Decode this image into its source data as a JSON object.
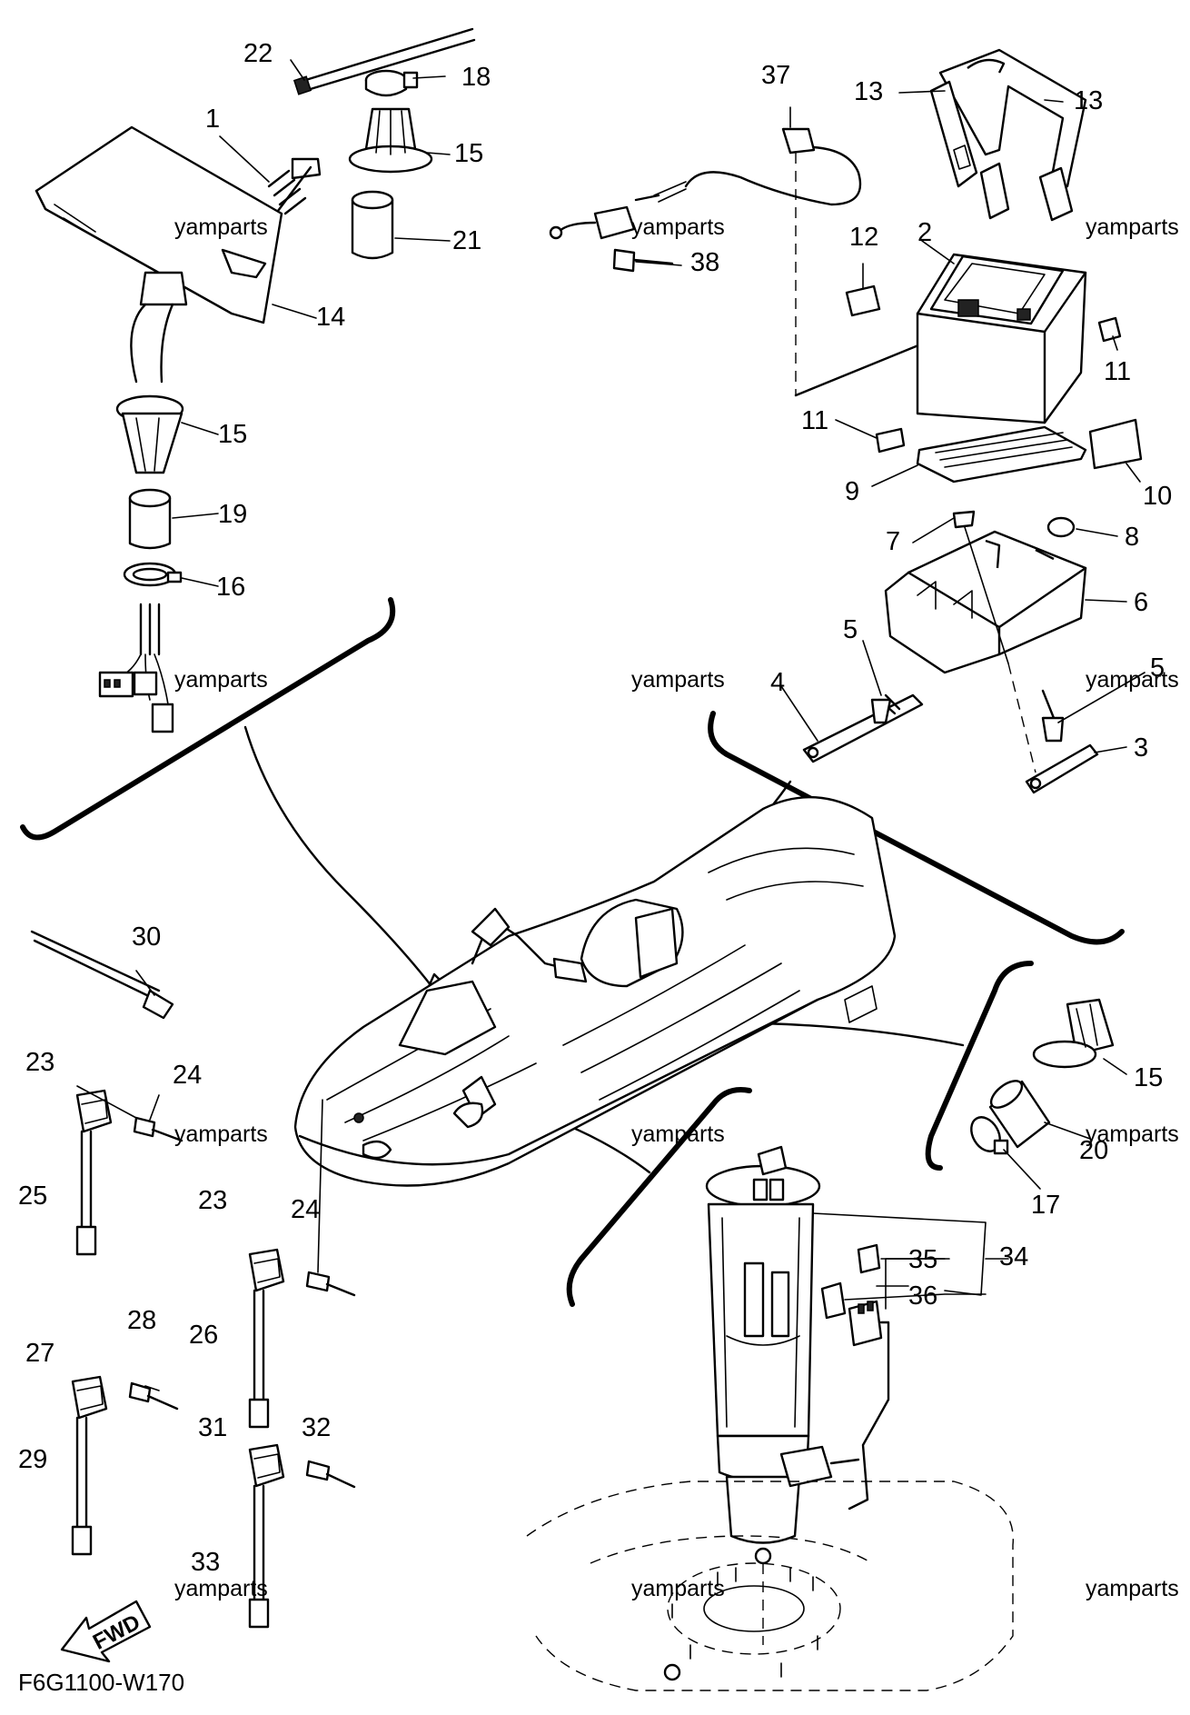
{
  "diagram_code": "F6G1100-W170",
  "fwd_label": "FWD",
  "watermark": "yamparts",
  "parts": {
    "p1": "1",
    "p2": "2",
    "p3": "3",
    "p4": "4",
    "p5": "5",
    "p6": "6",
    "p7": "7",
    "p8": "8",
    "p9": "9",
    "p10": "10",
    "p11": "11",
    "p12": "12",
    "p13": "13",
    "p14": "14",
    "p15": "15",
    "p16": "16",
    "p17": "17",
    "p18": "18",
    "p19": "19",
    "p20": "20",
    "p21": "21",
    "p22": "22",
    "p23": "23",
    "p24": "24",
    "p25": "25",
    "p26": "26",
    "p27": "27",
    "p28": "28",
    "p29": "29",
    "p30": "30",
    "p31": "31",
    "p32": "32",
    "p33": "33",
    "p34": "34",
    "p35": "35",
    "p36": "36",
    "p37": "37",
    "p38": "38"
  }
}
